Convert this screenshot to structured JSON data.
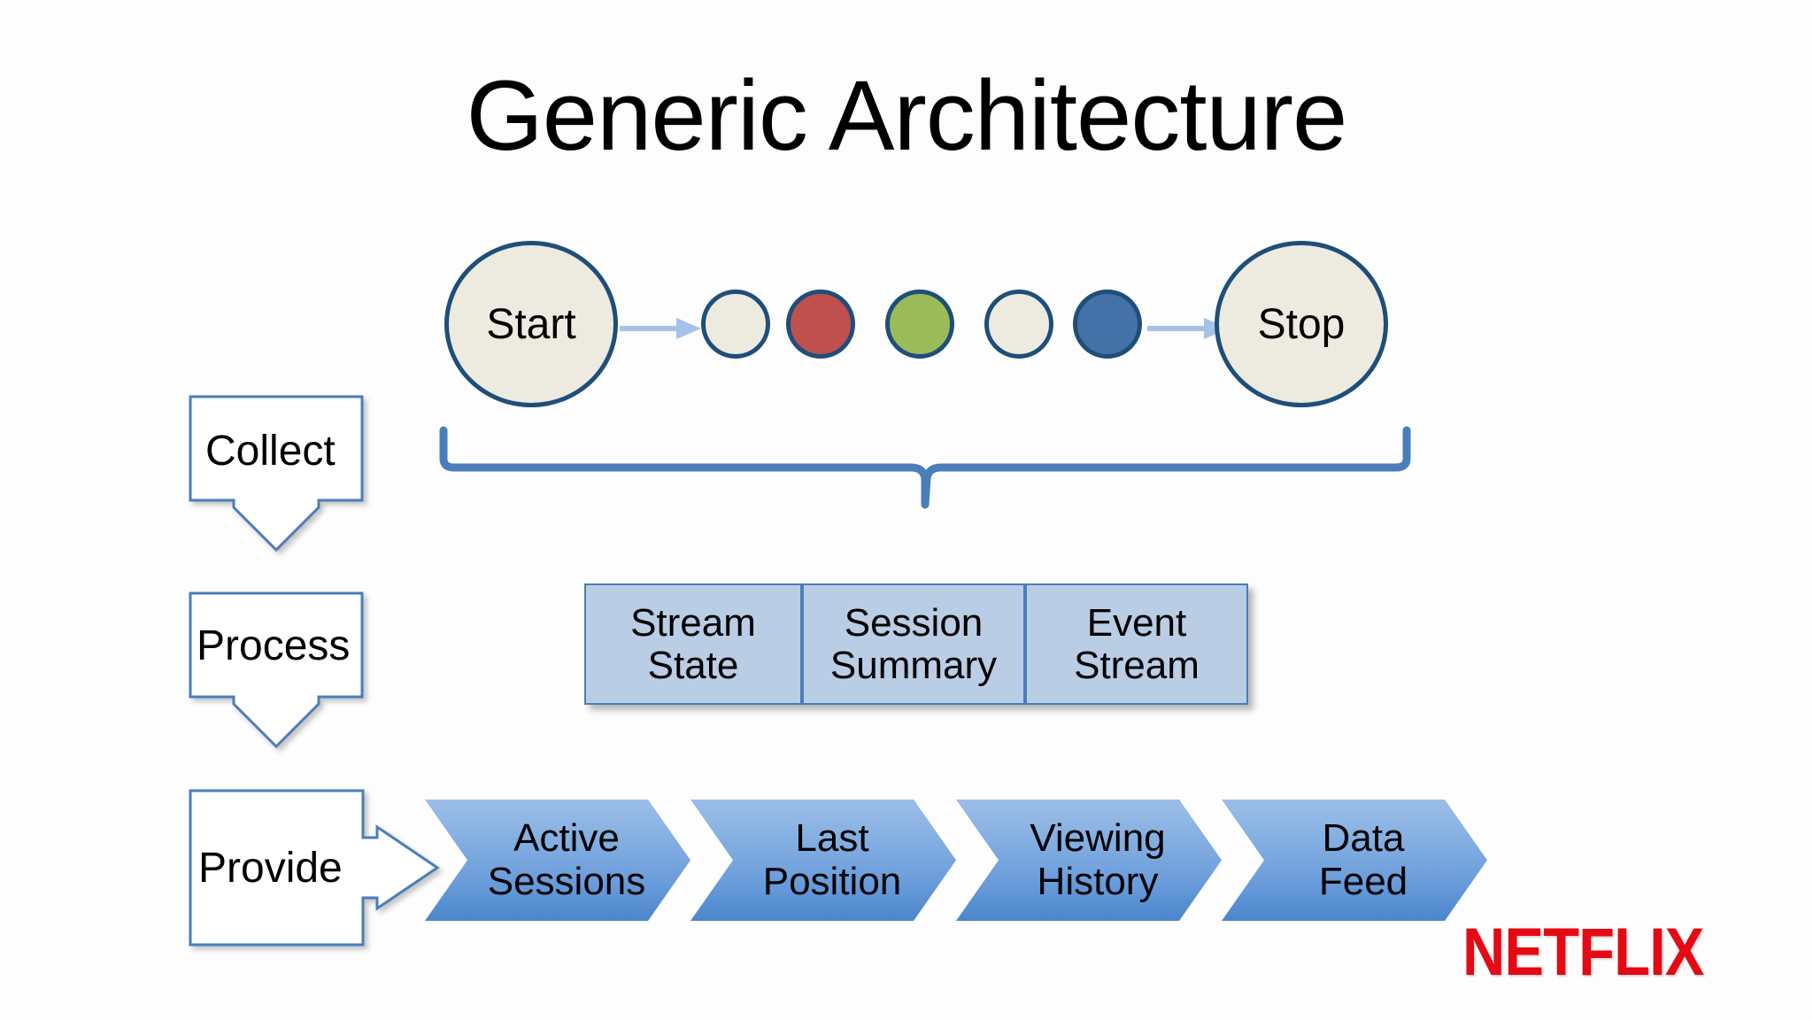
{
  "slide": {
    "title": "Generic Architecture",
    "background_color": "#fdfdfd"
  },
  "colors": {
    "circle_border": "#1F4E79",
    "circle_beige": "#EDEAE0",
    "circle_red": "#C0504D",
    "circle_green": "#9BBB59",
    "circle_blue": "#4472A8",
    "arrow_blue": "#A6C1EA",
    "brace_blue": "#4A7EBB",
    "stage_border": "#4A7EBB",
    "stage_fill": "#FFFFFF",
    "stream_fill": "#B9CDE5",
    "stream_border": "#4A7EBB",
    "chevron_top": "#9CBDE8",
    "chevron_bottom": "#4B86CD",
    "netflix_red": "#E50914"
  },
  "session_flow": {
    "start_label": "Start",
    "stop_label": "Stop",
    "events": [
      {
        "name": "event-circle-1",
        "color": "#EDEAE0"
      },
      {
        "name": "event-circle-2",
        "color": "#C0504D"
      },
      {
        "name": "event-circle-3",
        "color": "#9BBB59"
      },
      {
        "name": "event-circle-4",
        "color": "#EDEAE0"
      },
      {
        "name": "event-circle-5",
        "color": "#4472A8"
      }
    ],
    "arrows": [
      "arrow-start-to-events",
      "arrow-events-to-stop"
    ],
    "brace": "collect-brace"
  },
  "stages": [
    {
      "key": "collect",
      "label": "Collect",
      "shape": "down-arrow"
    },
    {
      "key": "process",
      "label": "Process",
      "shape": "down-arrow"
    },
    {
      "key": "provide",
      "label": "Provide",
      "shape": "right-arrow"
    }
  ],
  "process_outputs": [
    {
      "line1": "Stream",
      "line2": "State"
    },
    {
      "line1": "Session",
      "line2": "Summary"
    },
    {
      "line1": "Event",
      "line2": "Stream"
    }
  ],
  "provide_outputs": [
    {
      "line1": "Active",
      "line2": "Sessions"
    },
    {
      "line1": "Last",
      "line2": "Position"
    },
    {
      "line1": "Viewing",
      "line2": "History"
    },
    {
      "line1": "Data",
      "line2": "Feed"
    }
  ],
  "brand": {
    "wordmark": "NETFLIX"
  }
}
